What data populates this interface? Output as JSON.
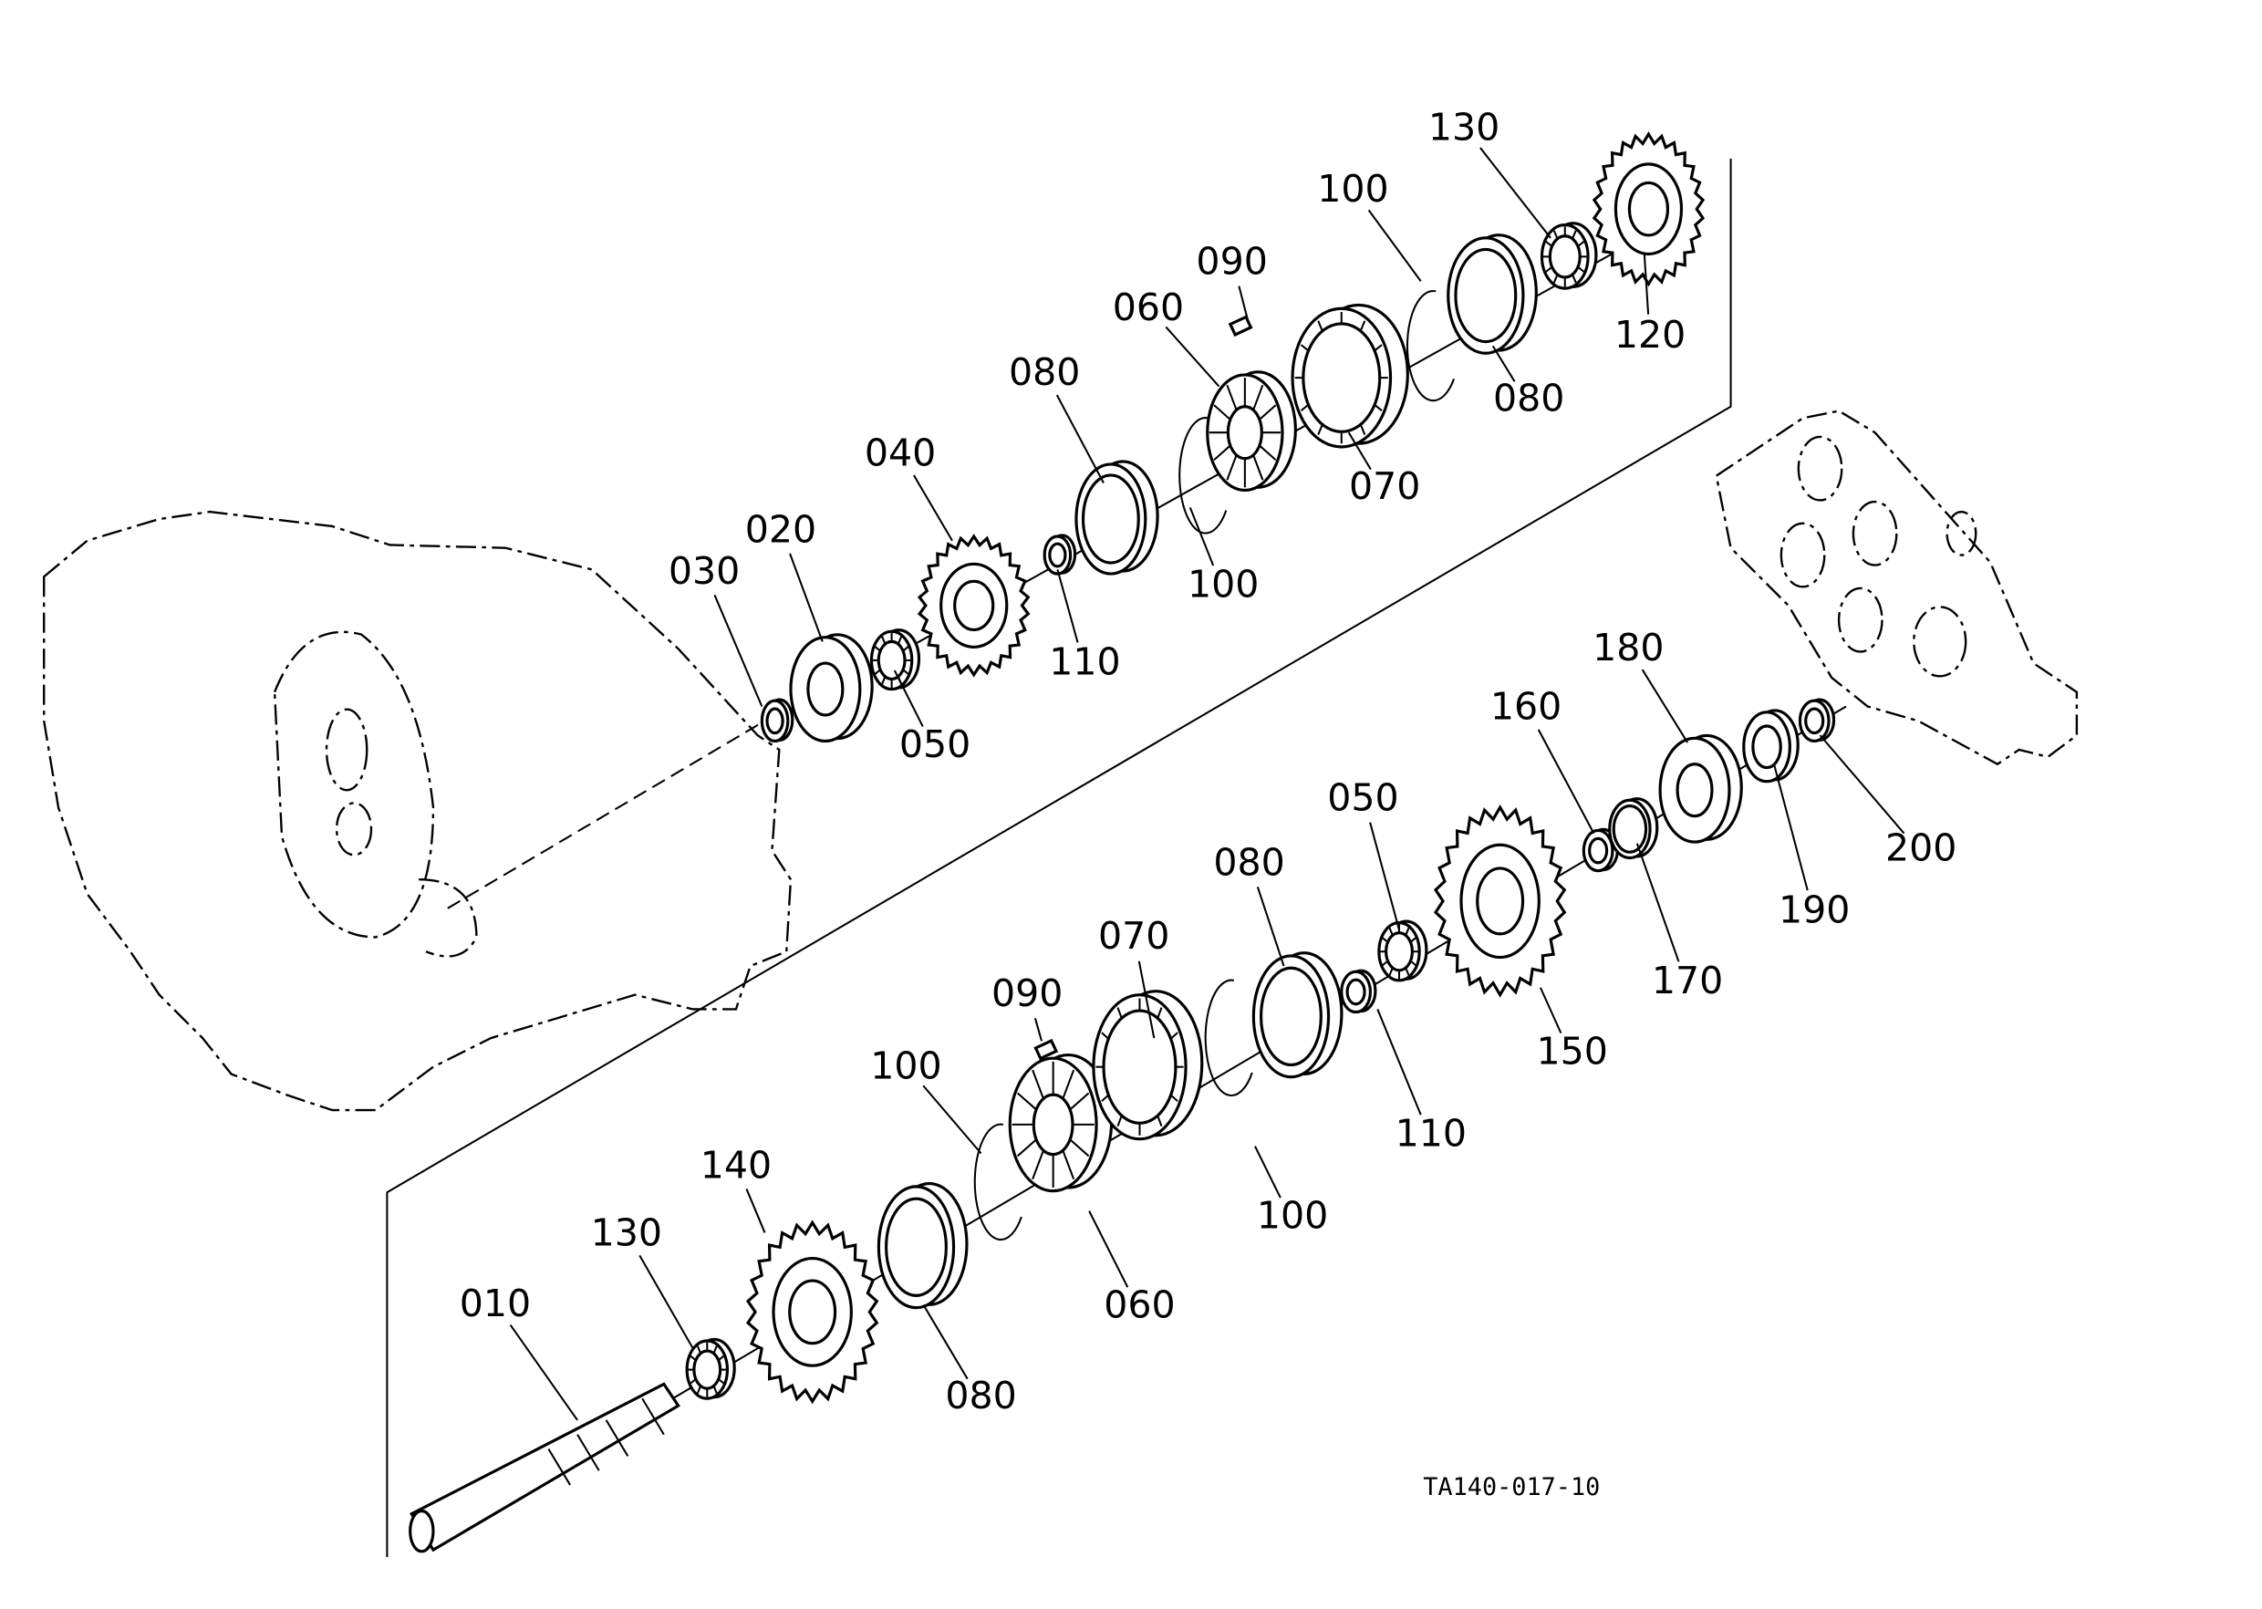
{
  "diagram_id": "TA140-017-10",
  "callouts": [
    "130",
    "100",
    "090",
    "060",
    "080",
    "040",
    "020",
    "030",
    "050",
    "110",
    "100",
    "070",
    "080",
    "120",
    "180",
    "160",
    "200",
    "190",
    "170",
    "050",
    "080",
    "070",
    "090",
    "100",
    "140",
    "130",
    "010",
    "060",
    "080",
    "100",
    "110",
    "150"
  ]
}
